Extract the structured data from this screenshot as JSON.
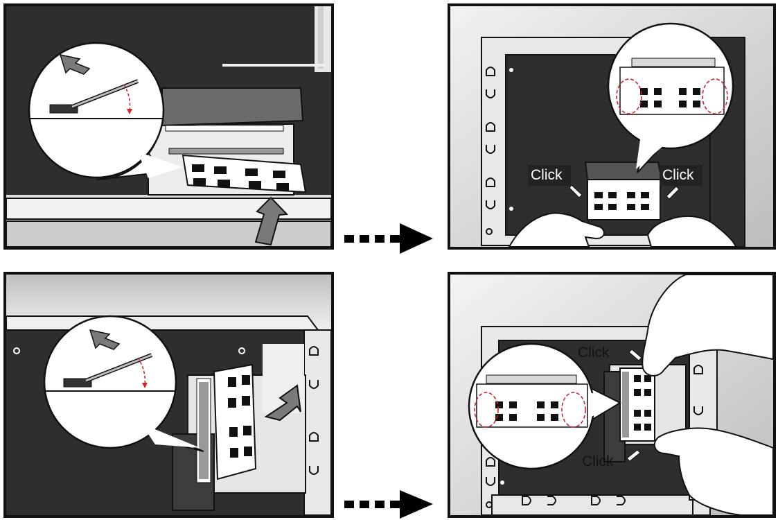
{
  "labels": {
    "click_1": "Click",
    "click_2": "Click",
    "click_3": "Click",
    "click_4": "Click"
  },
  "colors": {
    "frame": "#111111",
    "chassis_dark": "#2e2e2e",
    "metal_light": "#e6e6e6",
    "callout_fill": "#ffffff",
    "latch_dashed": "#d2232a",
    "arrow_gray": "#6e6e6e"
  },
  "icons": {
    "step_arrow": "dotted-right-arrow",
    "push_arrow": "gray-block-arrow"
  }
}
